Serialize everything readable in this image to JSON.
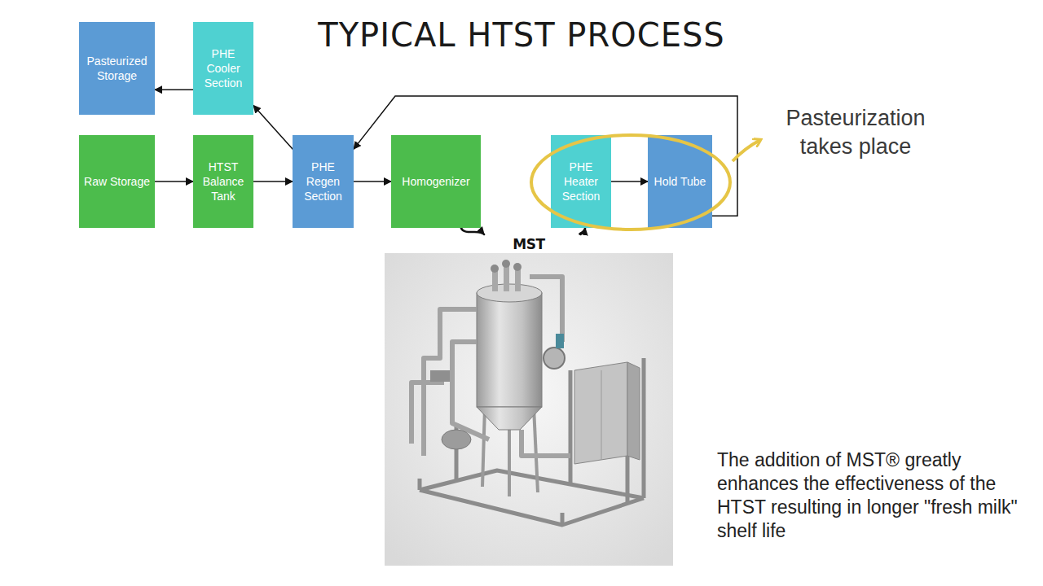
{
  "diagram": {
    "title": "TYPICAL HTST PROCESS",
    "nodes": [
      {
        "text": [
          "Pasteurized Storage"
        ]
      },
      {
        "text": [
          "PHE Cooler Section"
        ]
      },
      {
        "text": [
          "Raw Storage"
        ]
      },
      {
        "text": [
          "HTST Balance Tank"
        ]
      },
      {
        "text": [
          "PHE Regen Section"
        ]
      },
      {
        "text": [
          "Homogenizer"
        ]
      },
      {
        "text": [
          "PHE Heater Section"
        ]
      },
      {
        "text": [
          "Hold Tube"
        ]
      },
      {
        "text": [
          "MST"
        ]
      }
    ],
    "edges": [
      {
        "from": 2,
        "to": 3,
        "arrow": "to"
      },
      {
        "from": 3,
        "to": 4,
        "arrow": "to"
      },
      {
        "from": 4,
        "to": 5,
        "arrow": "to"
      },
      {
        "from": 6,
        "to": 7,
        "arrow": "to"
      },
      {
        "from": 7,
        "to": 4,
        "arrow": "to"
      },
      {
        "from": 4,
        "to": 1,
        "arrow": "to"
      },
      {
        "from": 1,
        "to": 0,
        "arrow": "to"
      },
      {
        "from": 5,
        "to": 8,
        "arrow": "to"
      },
      {
        "from": 8,
        "to": 6,
        "arrow": "to"
      }
    ],
    "labels": [
      "Pasteurization takes place",
      "The addition of MST® greatly enhances the effectiveness of the HTST resulting in longer \"fresh milk\" shelf life"
    ]
  }
}
